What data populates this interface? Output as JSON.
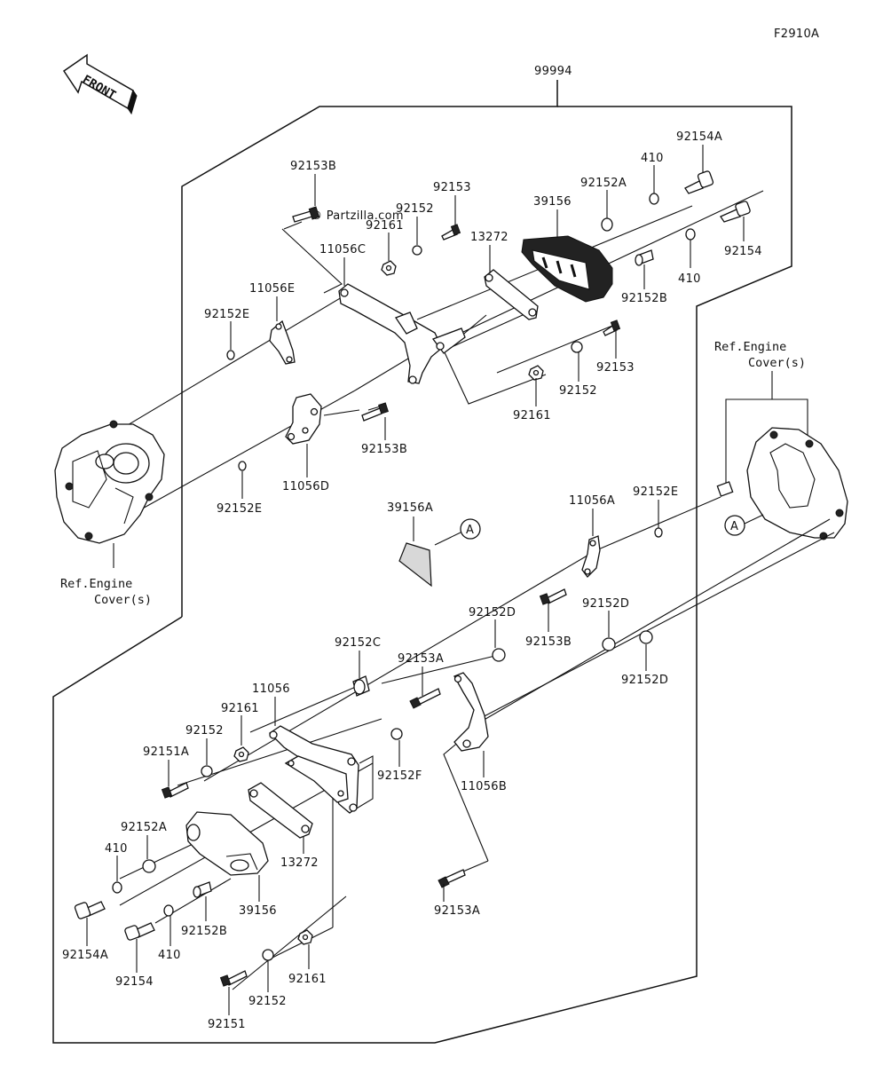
{
  "diagram_code": "F2910A",
  "front_label": "FRONT",
  "watermark": "© Partzilla.com",
  "callout_marker": "A",
  "footer_fineprint": "",
  "labels": {
    "assembly": "99994",
    "p92153B_top": "92153B",
    "p92153_top": "92153",
    "p92152_top": "92152",
    "p92161_top": "92161",
    "p13272_top": "13272",
    "p39156_top": "39156",
    "p92152A_top": "92152A",
    "p410_top_a": "410",
    "p92154A_top": "92154A",
    "p410_top_b": "410",
    "p92154_top": "92154",
    "p92152B_top": "92152B",
    "p11056C": "11056C",
    "p11056E": "11056E",
    "p92152E_left": "92152E",
    "p92153_mid": "92153",
    "p92152_mid": "92152",
    "p92161_mid": "92161",
    "p92153B_mid": "92153B",
    "p11056D": "11056D",
    "p92152E_low": "92152E",
    "ref_engine_right": "Ref.Engine\nCover(s)",
    "ref_engine_left": "Ref.Engine\nCover(s)",
    "p39156A": "39156A",
    "p11056A": "11056A",
    "p92152E_right": "92152E",
    "p92152D_a": "92152D",
    "p92152D_b": "92152D",
    "p92152D_c": "92152D",
    "p92153B_low": "92153B",
    "p92152C": "92152C",
    "p92153A_mid": "92153A",
    "p11056": "11056",
    "p92161_low": "92161",
    "p92152_low": "92152",
    "p92151A": "92151A",
    "p92152F": "92152F",
    "p11056B": "11056B",
    "p92152A_low": "92152A",
    "p410_low_a": "410",
    "p13272_low": "13272",
    "p39156_low": "39156",
    "p92154A_low": "92154A",
    "p92154_low": "92154",
    "p410_low_b": "410",
    "p92152B_low": "92152B",
    "p92153A_low": "92153A",
    "p92161_bottom": "92161",
    "p92152_bottom": "92152",
    "p92151": "92151"
  }
}
